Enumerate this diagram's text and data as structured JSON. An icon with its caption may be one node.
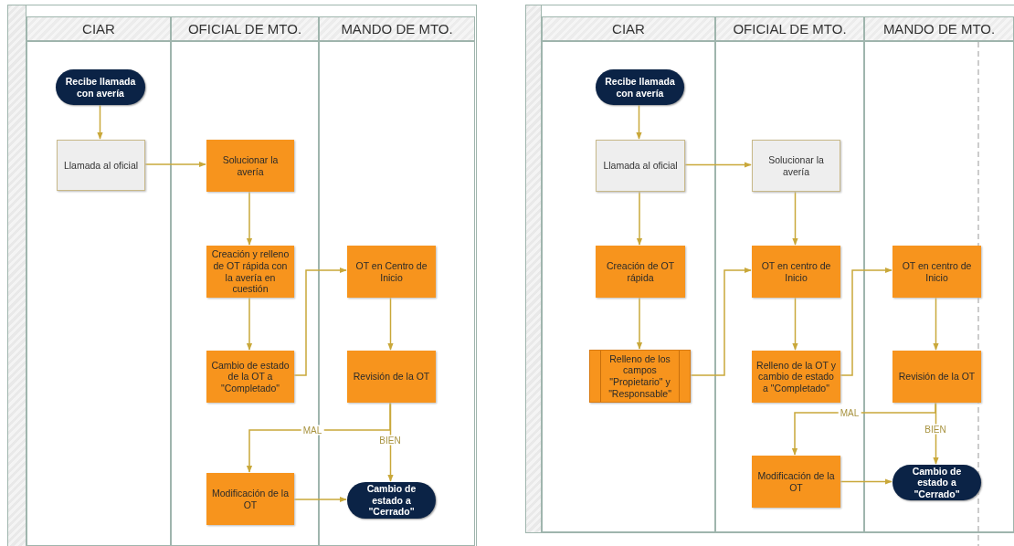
{
  "diagram": {
    "nodes": [
      {
        "text": [
          "CIAR"
        ]
      },
      {
        "text": [
          "OFICIAL DE MTO."
        ]
      },
      {
        "text": [
          "MANDO DE MTO."
        ]
      },
      {
        "text": [
          "Recibe llamada con avería"
        ],
        "in": 0
      },
      {
        "text": [
          "Llamada al oficial"
        ],
        "in": 0
      },
      {
        "text": [
          "Solucionar la avería"
        ],
        "in": 1
      },
      {
        "text": [
          "Creación y relleno de OT rápida con la avería en cuestión"
        ],
        "in": 1
      },
      {
        "text": [
          "Cambio de estado de la OT a \"Completado\""
        ],
        "in": 1
      },
      {
        "text": [
          "Modificación de la OT"
        ],
        "in": 1
      },
      {
        "text": [
          "OT en Centro de Inicio"
        ],
        "in": 2
      },
      {
        "text": [
          "Revisión de la OT"
        ],
        "in": 2
      },
      {
        "text": [
          "Cambio de estado a \"Cerrado\""
        ],
        "in": 2
      },
      {
        "text": [
          "CIAR"
        ]
      },
      {
        "text": [
          "OFICIAL DE MTO."
        ]
      },
      {
        "text": [
          "MANDO DE MTO."
        ]
      },
      {
        "text": [
          "Recibe llamada con avería"
        ],
        "in": 12
      },
      {
        "text": [
          "Llamada al oficial"
        ],
        "in": 12
      },
      {
        "text": [
          "Creación de OT rápida"
        ],
        "in": 12
      },
      {
        "text": [
          "Relleno de los campos \"Propietario\" y \"Responsable\""
        ],
        "in": 12
      },
      {
        "text": [
          "Solucionar la avería"
        ],
        "in": 13
      },
      {
        "text": [
          "OT en centro de Inicio"
        ],
        "in": 13
      },
      {
        "text": [
          "Relleno de la OT y cambio de estado a \"Completado\""
        ],
        "in": 13
      },
      {
        "text": [
          "Modificación de la OT"
        ],
        "in": 13
      },
      {
        "text": [
          "OT en centro de Inicio"
        ],
        "in": 14
      },
      {
        "text": [
          "Revisión de la OT"
        ],
        "in": 14
      },
      {
        "text": [
          "Cambio de estado a \"Cerrado\""
        ],
        "in": 14
      }
    ],
    "edges": [
      {
        "from": 3,
        "to": 4,
        "arrow": "to"
      },
      {
        "from": 4,
        "to": 5,
        "arrow": "to"
      },
      {
        "from": 5,
        "to": 6,
        "arrow": "to"
      },
      {
        "from": 6,
        "to": 7,
        "arrow": "to"
      },
      {
        "from": 7,
        "to": 9,
        "arrow": "to"
      },
      {
        "from": 9,
        "to": 10,
        "arrow": "to"
      },
      {
        "from": 10,
        "to": 8,
        "label": "MAL",
        "arrow": "to"
      },
      {
        "from": 10,
        "to": 11,
        "label": "BIEN",
        "arrow": "to"
      },
      {
        "from": 8,
        "to": 11,
        "arrow": "to"
      },
      {
        "from": 15,
        "to": 16,
        "arrow": "to"
      },
      {
        "from": 16,
        "to": 19,
        "arrow": "to"
      },
      {
        "from": 16,
        "to": 17,
        "arrow": "to"
      },
      {
        "from": 17,
        "to": 18,
        "arrow": "to"
      },
      {
        "from": 18,
        "to": 20,
        "arrow": "to"
      },
      {
        "from": 19,
        "to": 20,
        "arrow": "to"
      },
      {
        "from": 20,
        "to": 21,
        "arrow": "to"
      },
      {
        "from": 21,
        "to": 23,
        "arrow": "to"
      },
      {
        "from": 23,
        "to": 24,
        "arrow": "to"
      },
      {
        "from": 24,
        "to": 22,
        "label": "MAL",
        "arrow": "to"
      },
      {
        "from": 24,
        "to": 25,
        "label": "BIEN",
        "arrow": "to"
      },
      {
        "from": 22,
        "to": 25,
        "arrow": "to"
      }
    ]
  }
}
